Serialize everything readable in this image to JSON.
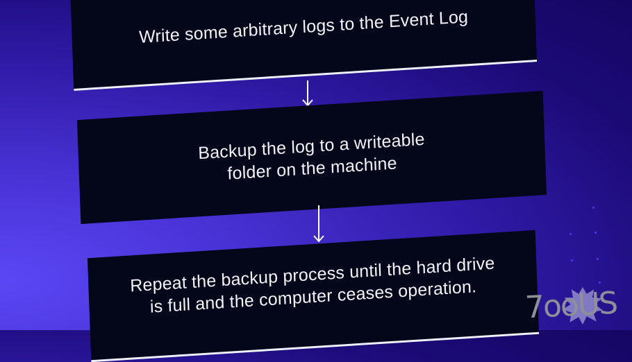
{
  "diagram": {
    "type": "flowchart",
    "steps": [
      {
        "label": "Write some arbitrary logs to the Event Log"
      },
      {
        "label": "Backup the log to a writeable folder on the machine",
        "lines": [
          "Backup the log to a writeable",
          "folder on the machine"
        ]
      },
      {
        "label": "Repeat the backup process until the hard drive is full and the computer ceases operation.",
        "lines": [
          "Repeat the backup process until the hard drive",
          "is full and the computer ceases operation."
        ]
      }
    ],
    "connectors": [
      {
        "from": 0,
        "to": 1,
        "icon": "arrow-down-icon"
      },
      {
        "from": 1,
        "to": 2,
        "icon": "arrow-down-icon"
      }
    ]
  },
  "watermark": {
    "text": "7ooUS"
  },
  "colors": {
    "box_fill": "#04061a",
    "text": "#f2f2f7",
    "background_light": "#5b47f5",
    "background_dark": "#150663",
    "connector": "#ffffff"
  }
}
